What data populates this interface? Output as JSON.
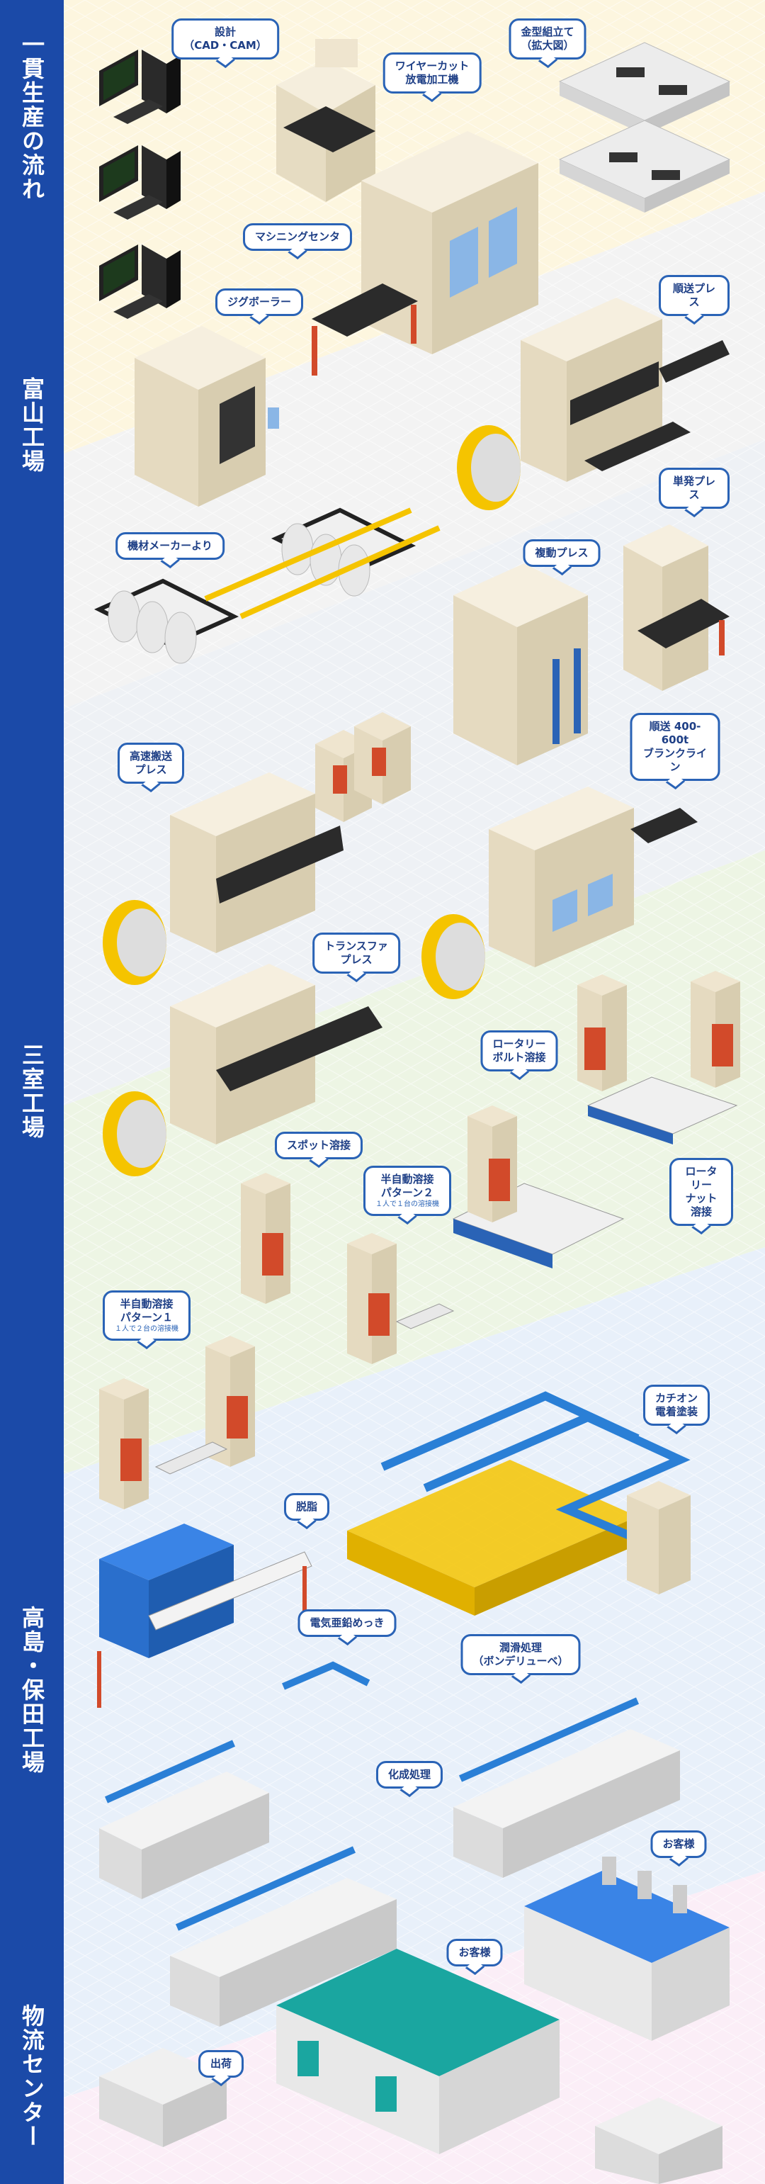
{
  "sections": [
    {
      "id": "flow",
      "label": "一貫生産の流れ"
    },
    {
      "id": "toyama",
      "label": "富山工場"
    },
    {
      "id": "mimuro",
      "label": "三室工場"
    },
    {
      "id": "takashima",
      "label": "高島・保田工場"
    },
    {
      "id": "logistics",
      "label": "物流センター"
    }
  ],
  "callouts": {
    "design": "設計\n（CAD・CAM）",
    "wirecut": "ワイヤーカット\n放電加工機",
    "mold_assembly": "金型組立て\n（拡大図）",
    "machining": "マシニングセンタ",
    "jig_borer": "ジグボーラー",
    "progressive_press": "順送プレス",
    "material": "機材メーカーより",
    "single_press": "単発プレス",
    "double_press": "複動プレス",
    "high_speed_press": "高速搬送\nプレス",
    "blank_line": "順送 400-600t\nブランクライン",
    "transfer_press": "トランスファ\nプレス",
    "rotary_bolt": "ロータリー\nボルト溶接",
    "spot_weld": "スポット溶接",
    "semi_auto_2": "半自動溶接\nパターン２",
    "semi_auto_2_sub": "１人で１台の溶接機",
    "rotary_nut": "ロータリー\nナット溶接",
    "semi_auto_1": "半自動溶接\nパターン１",
    "semi_auto_1_sub": "１人で２台の溶接機",
    "cation": "カチオン\n電着塗装",
    "degrease": "脱脂",
    "zinc_plating": "電気亜鉛めっき",
    "lubrication": "潤滑処理\n（ボンデリューベ）",
    "chemical": "化成処理",
    "customer_1": "お客様",
    "customer_2": "お客様",
    "shipping": "出荷"
  },
  "colors": {
    "sidebar": "#1b4aa8",
    "callout_border": "#2a63b6",
    "zone_flow": "#fdf6df",
    "zone_toyama": "#f4f4f4",
    "zone_mimuro_1": "#eef1f5",
    "zone_mimuro_2": "#eef6e6",
    "zone_takashima": "#e9f1fb",
    "zone_logistics": "#fbeef7",
    "machine_cream": "#efe5cf",
    "roof_teal": "#1aa6a0",
    "roof_blue": "#3a84e6",
    "accent_yellow": "#f5c400",
    "accent_red": "#d24a2a"
  }
}
